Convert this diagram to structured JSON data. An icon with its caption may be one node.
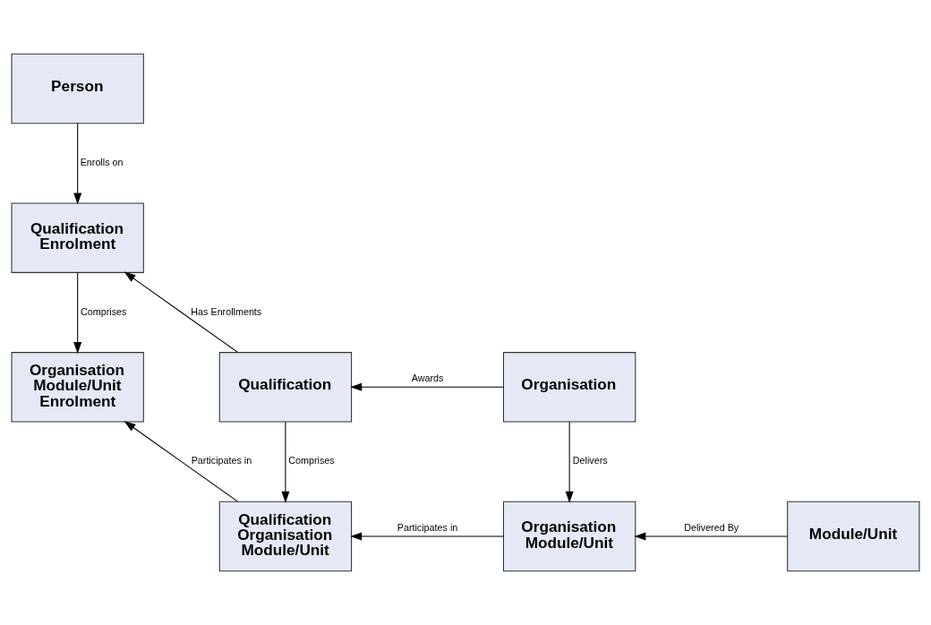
{
  "diagram": {
    "nodes": [
      {
        "text": [
          "Person"
        ]
      },
      {
        "text": [
          "Qualification Enrolment"
        ]
      },
      {
        "text": [
          "Organisation Module/Unit Enrolment"
        ]
      },
      {
        "text": [
          "Qualification"
        ]
      },
      {
        "text": [
          "Organisation"
        ]
      },
      {
        "text": [
          "Qualification Organisation Module/Unit"
        ]
      },
      {
        "text": [
          "Organisation Module/Unit"
        ]
      },
      {
        "text": [
          "Module/Unit"
        ]
      }
    ],
    "edges": [
      {
        "from": 0,
        "to": 1,
        "arrow": "to",
        "label": "Enrolls on"
      },
      {
        "from": 1,
        "to": 2,
        "arrow": "to",
        "label": "Comprises"
      },
      {
        "from": 3,
        "to": 1,
        "arrow": "to",
        "label": "Has Enrollments"
      },
      {
        "from": 4,
        "to": 3,
        "arrow": "to",
        "label": "Awards"
      },
      {
        "from": 3,
        "to": 5,
        "arrow": "to",
        "label": "Comprises"
      },
      {
        "from": 4,
        "to": 6,
        "arrow": "to",
        "label": "Delivers"
      },
      {
        "from": 5,
        "to": 2,
        "arrow": "to",
        "label": "Participates in"
      },
      {
        "from": 6,
        "to": 5,
        "arrow": "to",
        "label": "Participates in"
      },
      {
        "from": 7,
        "to": 6,
        "arrow": "to",
        "label": "Delivered By"
      }
    ]
  }
}
